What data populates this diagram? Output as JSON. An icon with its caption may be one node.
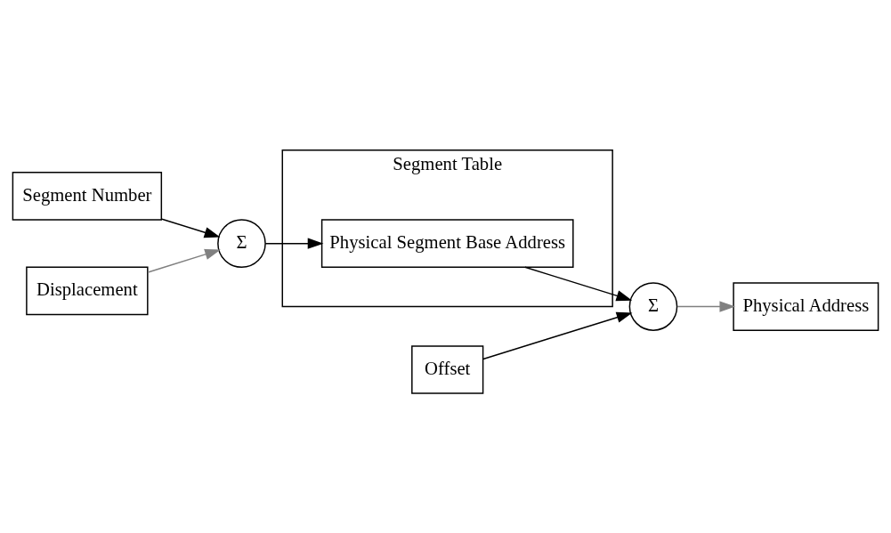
{
  "diagram": {
    "nodes": [
      {
        "text": [
          "Segment Number"
        ]
      },
      {
        "text": [
          "Offset"
        ]
      },
      {
        "text": [
          "Displacement"
        ]
      },
      {
        "text": [
          "Segment Table"
        ]
      },
      {
        "text": [
          "Physical Segment Base Address"
        ],
        "in": 3
      },
      {
        "text": [
          "Σ"
        ]
      },
      {
        "text": [
          "Σ"
        ]
      },
      {
        "text": [
          "Physical Address"
        ]
      }
    ],
    "edges": [
      {
        "from": 0,
        "to": 5,
        "arrow": "to"
      },
      {
        "from": 2,
        "to": 5,
        "arrow": "to",
        "color": "#808080"
      },
      {
        "from": 5,
        "to": 4,
        "arrow": "to"
      },
      {
        "from": 1,
        "to": 6,
        "arrow": "to"
      },
      {
        "from": 4,
        "to": 6,
        "arrow": "to"
      },
      {
        "from": 6,
        "to": 7,
        "arrow": "to",
        "color": "#808080"
      }
    ]
  }
}
